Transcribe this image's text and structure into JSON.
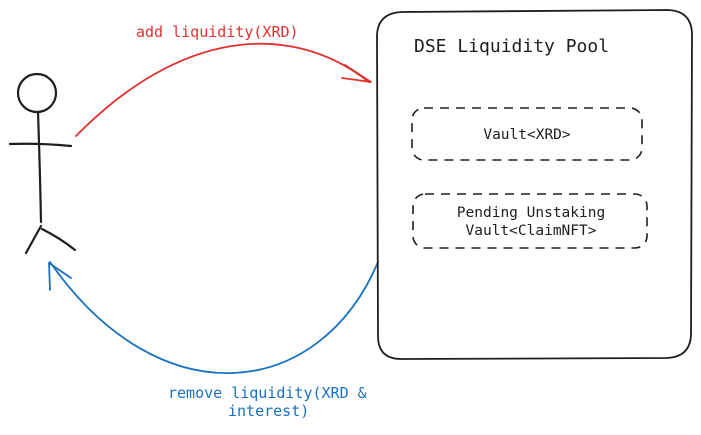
{
  "pool": {
    "title": "DSE Liquidity Pool",
    "vault_xrd": "Vault<XRD>",
    "pending_line1": "Pending Unstaking",
    "pending_line2": "Vault<ClaimNFT>"
  },
  "arrows": {
    "add_label": "add liquidity(XRD)",
    "remove_label_line1": "remove liquidity(XRD &",
    "remove_label_line2": "interest)"
  },
  "colors": {
    "add": "#e03131",
    "remove": "#1971c2",
    "stroke": "#1e1e1e"
  }
}
